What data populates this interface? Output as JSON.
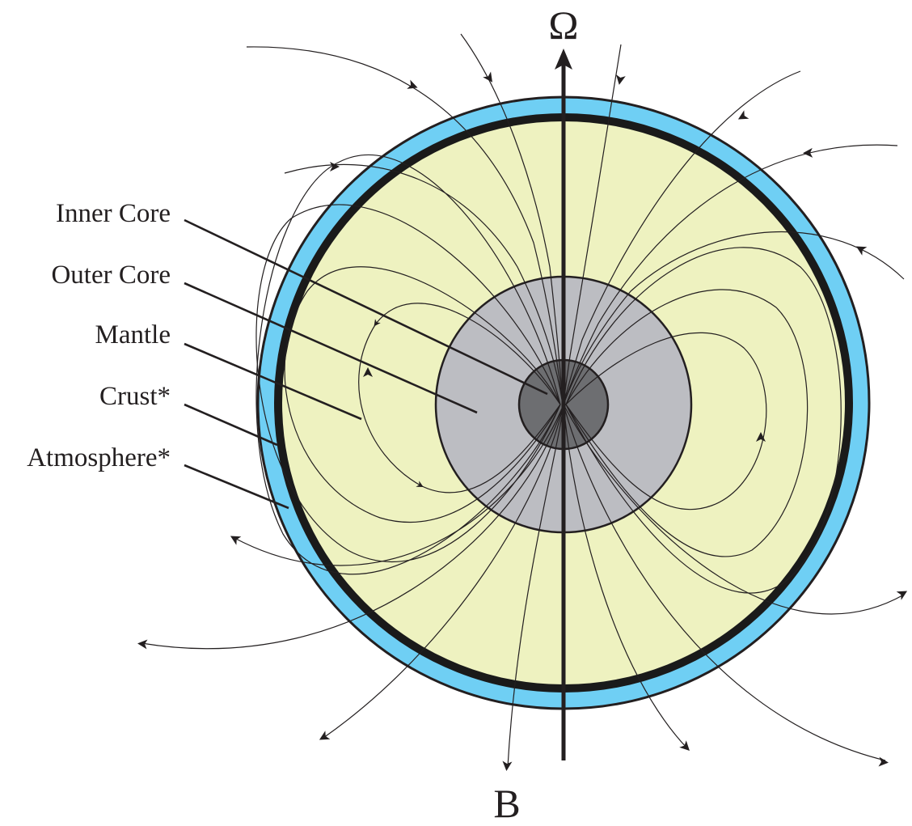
{
  "labels": {
    "inner_core": "Inner Core",
    "outer_core": "Outer Core",
    "mantle": "Mantle",
    "crust": "Crust*",
    "atmosphere": "Atmosphere*"
  },
  "symbols": {
    "rotation_axis": "Ω",
    "magnetic_field": "B"
  },
  "colors": {
    "atmosphere": "#6fcff4",
    "crust": "#1a1a1a",
    "mantle": "#eef2c0",
    "outer_core": "#bcbdc2",
    "inner_core": "#6d6e71",
    "ink": "#231f20"
  }
}
